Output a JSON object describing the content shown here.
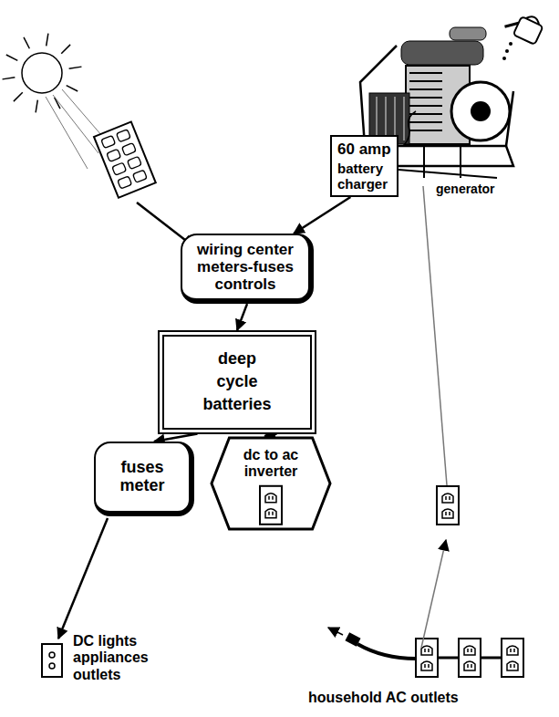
{
  "diagram": {
    "nodes": [
      {
        "text": [
          "60 amp",
          "battery charger"
        ]
      },
      {
        "text": [
          "wiring center meters-fuses controls"
        ]
      },
      {
        "text": [
          "deep cycle batteries"
        ]
      },
      {
        "text": [
          "fuses meter"
        ]
      },
      {
        "text": [
          "dc to ac inverter"
        ]
      }
    ],
    "edges": [
      {
        "from": 0,
        "to": 1,
        "arrow": "to"
      },
      {
        "from": 1,
        "to": 2,
        "arrow": "to"
      },
      {
        "from": 2,
        "to": 3,
        "arrow": "to"
      },
      {
        "from": 2,
        "to": 4,
        "arrow": "to"
      }
    ],
    "labels": [
      "generator",
      "DC lights appliances outlets",
      "household AC outlets"
    ]
  }
}
